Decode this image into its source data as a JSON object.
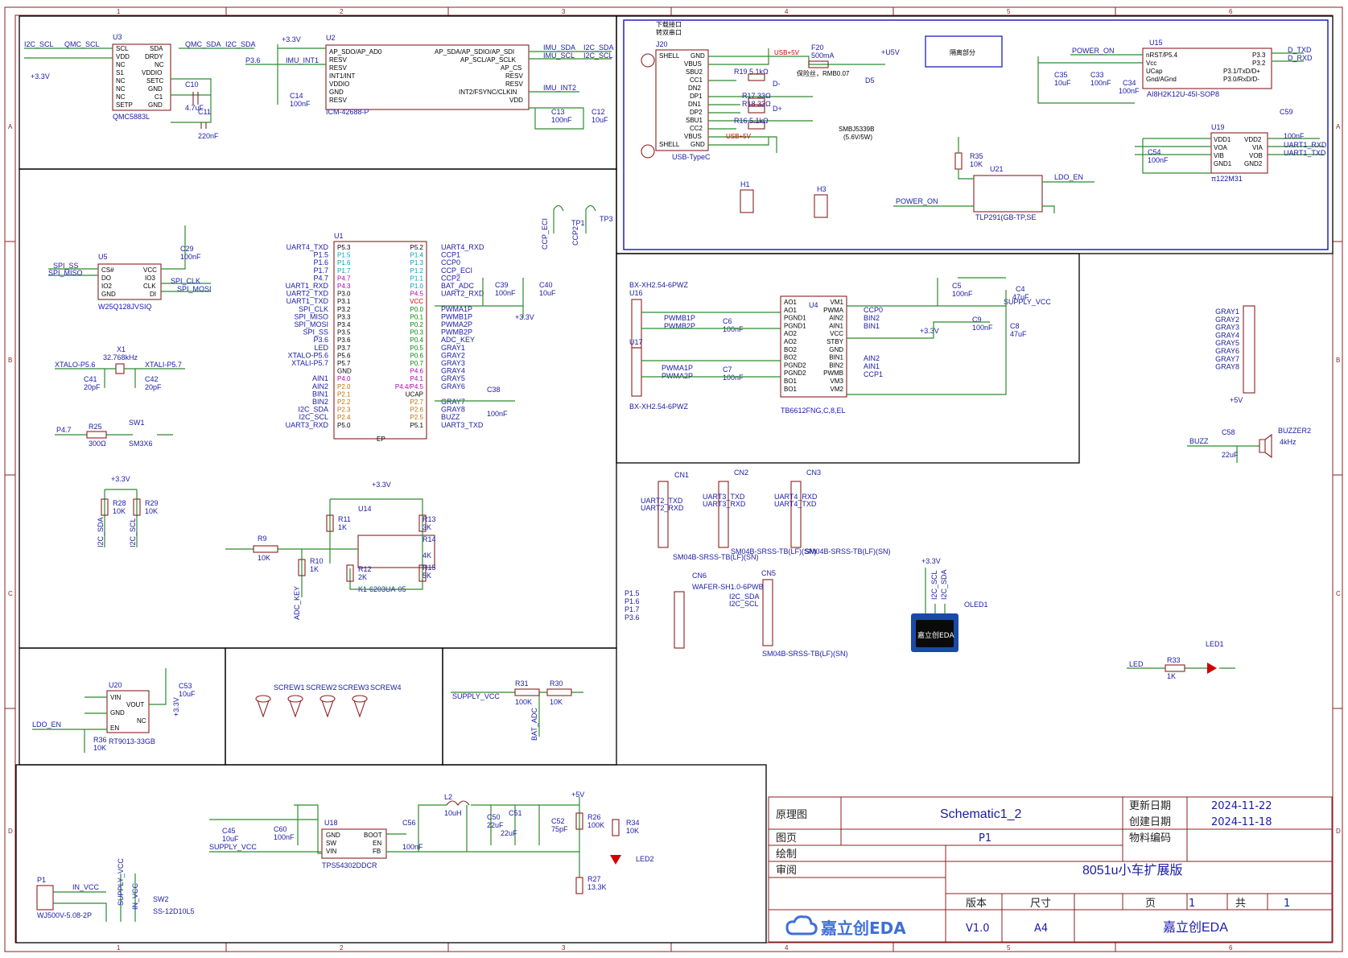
{
  "grid": {
    "cols": [
      "1",
      "2",
      "3",
      "4",
      "5",
      "6"
    ],
    "rows": [
      "A",
      "B",
      "C",
      "D"
    ]
  },
  "title_block": {
    "label_schematic": "原理图",
    "schematic_name": "Schematic1_2",
    "label_page": "图页",
    "page_name": "P1",
    "label_drawn": "绘制",
    "label_review": "审阅",
    "label_updated": "更新日期",
    "updated": "2024-11-22",
    "label_created": "创建日期",
    "created": "2024-11-18",
    "label_material": "物料编码",
    "project": "8051u小车扩展版",
    "label_version": "版本",
    "version": "V1.0",
    "label_size": "尺寸",
    "size": "A4",
    "label_page_no": "页",
    "page_no": "1",
    "label_total": "共",
    "total": "1",
    "brand": "嘉立创EDA",
    "brand_company": "嘉立创EDA"
  },
  "u3": {
    "ref": "U3",
    "part": "QMC5883L",
    "pins_left": [
      "SCL",
      "VDD",
      "NC",
      "S1",
      "NC",
      "NC",
      "NC",
      "SETP"
    ],
    "pins_right": [
      "SDA",
      "DRDY",
      "NC",
      "VDDIO",
      "SETC",
      "GND",
      "C1",
      "GND"
    ],
    "net_scl": "I2C_SCL",
    "net_qmc_scl": "QMC_SCL",
    "net_qmc_sda": "QMC_SDA",
    "net_sda": "I2C_SDA",
    "supply": "+3.3V",
    "c10": "C10",
    "c10v": "4.7uF",
    "c11": "C11",
    "c11v": "220nF"
  },
  "u2": {
    "ref": "U2",
    "part": "ICM-42688-P",
    "pins_left": [
      "AP_SDO/AP_AD0",
      "RESV",
      "RESV",
      "INT1/INT",
      "VDDIO",
      "GND",
      "RESV"
    ],
    "pins_right": [
      "AP_SDA/AP_SDIO/AP_SDI",
      "AP_SCL/AP_SCLK",
      "AP_CS",
      "RESV",
      "RESV",
      "INT2/FSYNC/CLKIN",
      "VDD"
    ],
    "net_int": "IMU_INT1",
    "net_p36": "P3.6",
    "supply": "+3.3V",
    "c14": "C14",
    "c14v": "100nF",
    "net_imu_sda": "IMU_SDA",
    "net_imu_scl": "IMU_SCL",
    "net_i2c_sda": "I2C_SDA",
    "net_i2c_scl": "I2C_SCL",
    "net_int2": "IMU_INT2",
    "c13": "C13",
    "c13v": "100nF",
    "c12": "C12",
    "c12v": "10uF"
  },
  "usb": {
    "title1": "下载接口",
    "title2": "转双串口",
    "ref": "J20",
    "part": "USB-TypeC",
    "pins": [
      "SHELL",
      "VBUS",
      "SBU2",
      "CC1",
      "DN2",
      "DP1",
      "DN1",
      "DP2",
      "SBU1",
      "CC2",
      "VBUS",
      "SHELL"
    ],
    "gnd": "GND",
    "r19": "R19 5.1kΩ",
    "r17": "R17 33Ω",
    "r18": "R18 33Ω",
    "r16": "R16 5.1kΩ",
    "usb5v": "USB+5V",
    "f20": "F20",
    "f20v": "500mA",
    "fuse_note": "保险丝，RMB0.07",
    "d5": "D5",
    "d5part": "SMBJ5339B",
    "d5v": "(5.6V/5W)",
    "u5v": "+U5V",
    "dminus": "D-",
    "dplus": "D+",
    "h1": "H1",
    "h3": "H3",
    "isolation": "隔离部分"
  },
  "u15": {
    "ref": "U15",
    "part": "AI8H2K12U-45I-SOP8",
    "net_power_on": "POWER_ON",
    "pins_left": [
      "nRST/P5.4",
      "Vcc",
      "UCap",
      "Gnd/AGnd"
    ],
    "pins_right": [
      "P3.3",
      "P3.2",
      "P3.1/TxD/D+",
      "P3.0/RxD/D-"
    ],
    "c35": "C35",
    "c35v": "10uF",
    "c33": "C33",
    "c33v": "100nF",
    "c34": "C34",
    "c34v": "100nF",
    "net_dtxd": "D_TXD",
    "net_drxd": "D_RXD"
  },
  "u19": {
    "ref": "U19",
    "part": "π122M31",
    "pins_left": [
      "VDD1",
      "VOA",
      "VIB",
      "GND1"
    ],
    "pins_right": [
      "VDD2",
      "VIA",
      "VOB",
      "GND2"
    ],
    "c54": "C54",
    "c54v": "100nF",
    "c59": "C59",
    "c59v": "100nF",
    "net_uart1_rxd": "UART1_RXD",
    "net_uart1_txd": "UART1_TXD"
  },
  "u21": {
    "ref": "U21",
    "part": "TLP291(GB-TP,SE",
    "r35": "R35",
    "r35v": "10K",
    "net_ldo_en": "LDO_EN",
    "net_power_on": "POWER_ON"
  },
  "u5": {
    "ref": "U5",
    "part": "W25Q128JVSIQ",
    "pins_left": [
      "CS#",
      "DO",
      "IO2",
      "GND"
    ],
    "pins_right": [
      "VCC",
      "IO3",
      "CLK",
      "DI"
    ],
    "net_ss": "SPI_SS",
    "net_miso": "SPI_MISO",
    "net_clk": "SPI_CLK",
    "net_mosi": "SPI_MOSI",
    "c29": "C29",
    "c29v": "100nF"
  },
  "x1": {
    "ref": "X1",
    "value": "32.768kHz",
    "net_a": "XTALO-P5.6",
    "net_b": "XTALI-P5.7",
    "c41": "C41",
    "c41v": "20pF",
    "c42": "C42",
    "c42v": "20pF"
  },
  "sw1": {
    "net": "P4.7",
    "r25": "R25",
    "r25v": "300Ω",
    "ref": "SW1",
    "part": "SM3X6"
  },
  "i2c_pullups": {
    "r28": "R28",
    "r28v": "10K",
    "r29": "R29",
    "r29v": "10K",
    "net_sda": "I2C_SDA",
    "net_scl": "I2C_SCL"
  },
  "u1": {
    "ref": "U1",
    "pins_left": [
      "P5.3",
      "P1.5",
      "P1.6",
      "P1.7",
      "P4.7",
      "P4.3",
      "P3.0",
      "P3.1",
      "P3.2",
      "P3.3",
      "P3.4",
      "P3.5",
      "P3.6",
      "P3.7",
      "P5.6",
      "P5.7",
      "GND",
      "P4.0",
      "P2.0",
      "P2.1",
      "P2.2",
      "P2.3",
      "P2.4",
      "P5.0"
    ],
    "pins_right": [
      "P5.2",
      "P1.4",
      "P1.3",
      "P1.2",
      "P1.1",
      "P1.0",
      "P4.5",
      "VCC",
      "P0.0",
      "P0.1",
      "P0.2",
      "P0.3",
      "P0.4",
      "P0.5",
      "P0.6",
      "P0.7",
      "P4.6",
      "P4.1",
      "P4.4/P4.5",
      "UCAP",
      "P2.7",
      "P2.6",
      "P2.5",
      "P5.1"
    ],
    "nets_left": [
      "UART4_TXD",
      "P1.5",
      "P1.6",
      "P1.7",
      "P4.7",
      "UART1_RXD",
      "UART2_TXD",
      "UART1_TXD",
      "SPI_CLK",
      "SPI_MISO",
      "SPI_MOSI",
      "SPI_SS",
      "P3.6",
      "LED",
      "XTALO-P5.6",
      "XTALI-P5.7",
      "",
      "AIN1",
      "AIN2",
      "BIN1",
      "BIN2",
      "I2C_SDA",
      "I2C_SCL",
      "UART3_RXD"
    ],
    "nets_right": [
      "UART4_RXD",
      "CCP1",
      "CCP0",
      "CCP_ECI",
      "CCP2",
      "BAT_ADC",
      "UART2_RXD",
      "",
      "PWMA1P",
      "PWMB1P",
      "PWMA2P",
      "PWMB2P",
      "ADC_KEY",
      "GRAY1",
      "GRAY2",
      "GRAY3",
      "GRAY4",
      "GRAY5",
      "GRAY6",
      "",
      "GRAY7",
      "GRAY8",
      "BUZZ",
      "UART3_TXD"
    ],
    "ep": "EP",
    "c39": "C39",
    "c39v": "100nF",
    "c40": "C40",
    "c40v": "10uF",
    "c38": "C38",
    "c38v": "100nF",
    "supply": "+3.3V",
    "tp1": "TP1",
    "tp3": "TP3",
    "net_ccp_eci": "CCP_ECI",
    "net_ccp2": "CCP2"
  },
  "u14": {
    "ref": "U14",
    "part": "K1-6203UA-05",
    "r9": "R9",
    "r9v": "10K",
    "r10": "R10",
    "r10v": "1K",
    "r11": "R11",
    "r11v": "1K",
    "r12": "R12",
    "r12v": "2K",
    "r13": "R13",
    "r13v": "3K",
    "r14": "R14",
    "r14v": "4K",
    "r15": "R15",
    "r15v": "5K",
    "net_adc": "ADC_KEY",
    "supply": "+3.3V"
  },
  "u4": {
    "ref": "U4",
    "part": "TB6612FNG,C,8,EL",
    "pins_left": [
      "AO1",
      "AO1",
      "PGND1",
      "PGND1",
      "AO2",
      "AO2",
      "BO2",
      "BO2",
      "PGND2",
      "PGND2",
      "BO1",
      "BO1"
    ],
    "pins_right": [
      "VM1",
      "PWMA",
      "AIN2",
      "AIN1",
      "VCC",
      "STBY",
      "GND",
      "BIN1",
      "BIN2",
      "PWMB",
      "VM3",
      "VM2"
    ],
    "u16": "U16",
    "u17": "U17",
    "conn": "BX-XH2.54-6PWZ",
    "net_pwmb1p": "PWMB1P",
    "net_pwmb2p": "PWMB2P",
    "net_pwma1p": "PWMA1P",
    "net_pwma2p": "PWMA2P",
    "net_ccp0": "CCP0",
    "net_bin2": "BIN2",
    "net_bin1": "BIN1",
    "net_ain2": "AIN2",
    "net_ain1": "AIN1",
    "net_ccp1": "CCP1",
    "c5": "C5",
    "c5v": "100nF",
    "c4": "C4",
    "c4v": "47uF",
    "c8": "C8",
    "c8v": "47uF",
    "c9": "C9",
    "c9v": "100nF",
    "c6": "C6",
    "c6v": "100nF",
    "c7": "C7",
    "c7v": "100nF",
    "supply_vcc": "SUPPLY_VCC",
    "supply": "+3.3V"
  },
  "gray_conn": {
    "nets": [
      "GRAY1",
      "GRAY2",
      "GRAY3",
      "GRAY4",
      "GRAY5",
      "GRAY6",
      "GRAY7",
      "GRAY8"
    ],
    "supply": "+5V"
  },
  "buzzer": {
    "net": "BUZZ",
    "c58": "C58",
    "c58v": "22uF",
    "ref": "BUZZER2",
    "value": "4kHz"
  },
  "cn": {
    "cn1": "CN1",
    "cn2": "CN2",
    "cn3": "CN3",
    "cn5": "CN5",
    "cn6": "CN6",
    "part": "SM04B-SRSS-TB(LF)(SN)",
    "part6": "WAFER-SH1.0-6PWB",
    "cn1_nets": [
      "UART2_TXD",
      "UART2_RXD"
    ],
    "cn2_nets": [
      "UART3_TXD",
      "UART3_RXD"
    ],
    "cn3_nets": [
      "UART4_RXD",
      "UART4_TXD"
    ],
    "cn5_nets": [
      "I2C_SDA",
      "I2C_SCL"
    ],
    "cn6_nets": [
      "P1.5",
      "P1.6",
      "P1.7",
      "P3.6"
    ]
  },
  "oled": {
    "ref": "OLED1",
    "net_scl": "I2C_SCL",
    "net_sda": "I2C_SDA",
    "supply": "+3.3V",
    "logo": "嘉立创EDA"
  },
  "led1": {
    "net": "LED",
    "r33": "R33",
    "r33v": "1K",
    "ref": "LED1"
  },
  "u20": {
    "ref": "U20",
    "part": "RT9013-33GB",
    "pins_left": [
      "VIN",
      "GND",
      "EN"
    ],
    "pins_right": [
      "VOUT",
      "NC"
    ],
    "net_ldo_en": "LDO_EN",
    "r36": "R36",
    "r36v": "10K",
    "c53": "C53",
    "c53v": "10uF",
    "supply": "+3.3V"
  },
  "screws": [
    "SCREW1",
    "SCREW2",
    "SCREW3",
    "SCREW4"
  ],
  "bat": {
    "net": "SUPPLY_VCC",
    "r31": "R31",
    "r31v": "100K",
    "r30": "R30",
    "r30v": "10K",
    "net_bat": "BAT_ADC"
  },
  "u18": {
    "ref": "U18",
    "part": "TPS54302DDCR",
    "pins_left": [
      "GND",
      "SW",
      "VIN"
    ],
    "pins_right": [
      "BOOT",
      "EN",
      "FB"
    ],
    "c45": "C45",
    "c45v": "10uF",
    "c60": "C60",
    "c60v": "100nF",
    "net_supply": "SUPPLY_VCC",
    "c56": "C56",
    "c56v": "100nF",
    "l2": "L2",
    "l2v": "10uH",
    "c50": "C50",
    "c50v": "22uF",
    "c51": "C51",
    "c51v": "22uF",
    "c52": "C52",
    "c52v": "75pF",
    "r26": "R26",
    "r26v": "100K",
    "r27": "R27",
    "r27v": "13.3K",
    "r34": "R34",
    "r34v": "10K",
    "led2": "LED2",
    "supply": "+5V"
  },
  "p1": {
    "ref": "P1",
    "part": "WJ500V-5.08-2P",
    "net_in": "IN_VCC",
    "sw2": "SW2",
    "sw2part": "SS-12D10L5",
    "net_supply": "SUPPLY_VCC",
    "net_in2": "IN_VCC"
  }
}
